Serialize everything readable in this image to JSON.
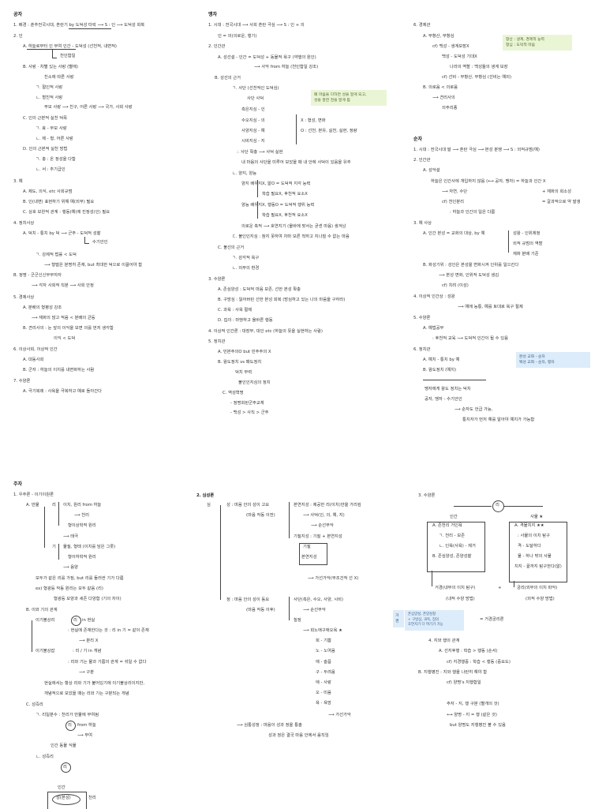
{
  "col1": {
    "title": "공자",
    "lines": [
      "1. 배경 : 춘추전국시대, 혼란기 by 도덕성 타락 ⟶ S : 인 ⟶ 도덕성 회복",
      "2. 인",
      "A. 하늘로부터 인 부여        인간 - 도덕성 (선천적, 내면적)",
      "천인합일",
      "B. 사랑 · 차별 있는 사랑 (별애)",
      "친소에 따른 사랑",
      "ㄱ. 절인적 사랑",
      "ㄴ. 혈친적 사랑",
      "부모 사랑 ⟶ 친구, 어른 사랑 ⟶ 국가, 사회 사랑",
      "C. 인의 근본적 실천 덕목",
      "ㄱ. 효 - 부모 사랑",
      "ㄴ. 제 - 형, 어른 사랑",
      "D. 인의 근본적 실천 방법",
      "ㄱ. 충 : 온 정성을 다함",
      "ㄴ. 서 : 추기급인",
      "3. 예",
      "A. 제도, 의식, etc 사회규범",
      "B. 인(내면) 표현하기 위해 예(외부) 필요",
      "C. 상호 보완적 관계 : 행동(예)에 진정성(인) 필요",
      "4. 정치사상",
      "A. 덕치 - 통치 by 덕 ⟶ 군주 - 도덕적 성찰",
      "수기안인",
      "ㄱ. 강제적 법률 < 도덕",
      "⟶ 형벌은 분명히 존재, but 최대한 덕으로 이끌어야 함",
      "B. 정명 - 군군신신부부자자",
      "⟶ 각자 사회적 직분 ⟶ 사회 안정",
      "5. 경제사상",
      "A. 분배의 형평성 강조",
      "⟶ 재화의 많고 적음 < 분배의 균등",
      "B. 견리사의 : 눈 앞의 이익을 보면 의를 먼저 생각함",
      "이익 < 도덕",
      "6. 이상사회, 이상적 인간",
      "A. 대동사회",
      "B. 군자 : 하늘의 이치를 내면화하는 사람",
      "7. 수양론",
      "A. 극기복례 : 사욕을 극복하고 예로 돌아간다"
    ]
  },
  "col2": {
    "title": "맹자",
    "lines": [
      "1. 시대 : 전국시대 ⟶ 사회 혼란 극심 ⟶ S : 인 + 의",
      "인 = 의(의로운, 행기)",
      "2. 인간관",
      "A. 성선설 - 인간 = 도덕성 + 동물적 욕구 (약행의 원인)",
      "⟶ 사악 from 하늘 (천인합일 강조)",
      "B. 성선의 근거",
      "ㄱ. 사단 (선천적인 도덕심)",
      "사단        사덕",
      "측은지심   -   인",
      "수오지심   -   의",
      "사양지심   -   예",
      "시비지심   -   지",
      "X : 형성, 변화",
      "O : 선천, 본유, 실천, 실현, 정량",
      "∴ 사단 확충 ⟶ 사덕 실현",
      "내 마음의 사단을 미루어 보았을 때 내 안에 사덕이 있음을 유추",
      "ㄴ. 양지, 양능",
      "양지     배우지X, 앎O = 도덕적 지각 능력",
      "학습 필요X, 후천적 요소X",
      "양능     배우지X, 행동O = 도덕적 행위 능력",
      "학습 필요X, 후천적 요소X",
      "의로운 축적 ⟶ 호연지기 (올바에 맞서는 굳센 마음) 생겨남",
      "ㄷ. 불인인지심 : 참지 못하여 차마 모른 척하고 지나칠 수 없는 마음",
      "C. 불선의 근거",
      "ㄱ. 감각적 욕구",
      "ㄴ. 외부의 환경",
      "3. 수양론",
      "A. 존심양성 : 도덕적 마음 보존, 선한 본성 확충",
      "B. 구방심 : 잃어버린 선한 본성 회복 (방심하고 있는 나의 마음을 구하라)",
      "C. 과욕 : 사욕 절제",
      "D. 집의 : 마땅하고 옳바른 행동",
      "4. 이상적 인간론 : 대장부, 대인 etc (하늘의 뜻을 실현하는 사람)",
      "5. 정치관",
      "A. 민본주의O but 민주주의 X",
      "B. 왕도정치        vs        패도정치",
      "덕치                           무력",
      "불인인지심의 정치",
      "C. 역성혁명",
      "- 정명회된군주교체",
      "- 백성 > 사직 > 군주"
    ],
    "note": [
      "폐 마음을 다하면 성을 알게 되고,",
      "성을 알면 천을 알게 됨"
    ]
  },
  "col3": {
    "lines_top": [
      "6. 경제관",
      "A. 무항산, 무항심",
      "cf) 백성 - 생계보장X",
      "백성 - 도덕성 기대X",
      "나라의 역할 : 백성들의 생계 보장",
      "cf) 선비 - 무항산, 무항심 (선비는 예외)",
      "B. 의로움 < 의로움",
      "⟶ 견리사의",
      "의주리종"
    ],
    "note_top": [
      "항산 : 생계, 경제적 능력",
      "항심 : 도덕적 마음"
    ],
    "title2": "순자",
    "lines_mid": [
      "1. 시대 : 전국시대 말 ⟶ 혼란 극심 ⟶ 본성 분쟁 ⟶ S : 외적규범(예)",
      "2. 인간관",
      "A. 성악설",
      "하늘은 인간사에 개입하지 않음 (⟷ 공자, 맹자) = 하늘과 인간 X",
      "⟶ 자연, 수단",
      "+ 재화의 희소성",
      "cf) 천인분리",
      "= 갈과적으로 약 발생",
      ": 하늘과 인간의 일은 다름",
      "3. 예 사상",
      "A. 인간 본성 = 교화의 대상, by 예",
      "성왕 - 인위제정",
      "외적 규범의 역할",
      "재화 분배 기준",
      "B. 화성기위 : 성인은 본성을 변화시켜 인위를 일으킨다",
      "⟶ 본성 변화, 인위적 도덕성 생김",
      "cf) 치려 (이성)",
      "4. 이상적 인간상 : 성왕",
      "⟶ 예에 능통, 예를 토대로 욕구 절제",
      "5. 수양론",
      "A. 예법공부",
      ": 후천적 교육 ⟶ 도덕적 인간이 될 수 있음",
      "6. 정치관",
      "A. 예치 - 통치 by 예",
      "B. 왕도정치 (예치)",
      "맹자에게 왕도 정치는 덕치",
      "공자, 맹자 - 수기안인",
      "⟶ 순자도 언급 가능,",
      "통치자가 먼저 예를 알아야 예치가 가능함"
    ],
    "note_mid": [
      "본성 교화 - 순자",
      "백성 교화 - 순자, 맹자"
    ]
  },
  "col4": {
    "title": "주자",
    "lines": [
      "1. 우주론 - 이기이원론",
      "A. 만물",
      "리",
      "이치, 원리 from 하늘",
      "⟶ 천리",
      "형이상학적 원리",
      "⟶ 태극",
      "기",
      "물질, 형태 (이치를 담은 그릇)",
      "형이하학적 원리",
      "⟶ 음양",
      "모두가 같은 리를 가짐, but 리를 둘러싼 기가 다름",
      "ex) 형광등 작동 원리는 모두 같음 (리)",
      "형광등 모양과 세존 다양함 (기의 차이)",
      "B. 이와 기의 관계",
      "이기불상리",
      "리",
      "in 현실",
      ": 현실에 존재한다는 것 : 리 in 기 = 같이 존재",
      "⟶ 분리 X",
      "이기불상잡",
      ": 리 / 기 in 개념",
      ": 리와 기는 물과 기름의 관계 = 섞일 수 없다",
      "⟶ 구분",
      "현실에서는 항상 리와 기가 붙어있기에 이기불상리이지만,",
      "개념적으로 보았을 때는 리와 기는 구분되는 개념",
      "C. 성즉리",
      "ㄱ. 리일분수 : 천리가 만물에 부여됨",
      "리",
      "from 하늘",
      "⟶ 부여",
      "인간     동물     식물",
      "ㄴ. 성즉리",
      "리",
      "인간",
      "성(본성)",
      "천리"
    ]
  },
  "col5": {
    "title": "2. 심성론",
    "lines": [
      "심",
      "성 : 마음 안의 성이 고요",
      "(마음 작동 이전)",
      "본연지성 : 제공한 리(이치)만을 가리킴",
      "⟶ 사덕(인, 의, 예, 지)",
      "⟶ 순선무악",
      "기질지성 : 기질 + 본연지성",
      "기질",
      "본연지성",
      "⟶ 가선가악(무조건적 선 X)",
      "정 : 마음 안의 성이 동요",
      "(마음 작동 이후)",
      "사단(측은, 수오, 사양, 시비)",
      "⟶ 순선무악",
      "칠정",
      "⟶ 희노애구애오욕 ★",
      "희 - 기쁨",
      "노 - 노여움",
      "애 - 슬픔",
      "구 - 두려움",
      "애 - 사랑",
      "오 - 미움",
      "욕 - 욕망",
      "⟶ 가선가악",
      "⟶ 심통성정 : 마음이 성과 정을 통솔",
      "성과 정은 결국 마음 안에서 움직임"
    ]
  },
  "col6": {
    "title": "3. 수양론",
    "circle": "리",
    "left": [
      "인간",
      "A. 존천리 거인욕",
      "ㄱ. 천리 - 보존",
      "ㄴ. 인욕(사욕) - 제거",
      "B. 존심양성, 존양성찰"
    ],
    "right": [
      "사물 ★",
      "A. 격물치지 ★★",
      ": 사물의 이치 탐구",
      "격 - 도달하다",
      "물 - 하나 밖의 사물",
      "치지 - 끝까지 탐구한다(앎)"
    ],
    "bottom_left": [
      "거경(내부의 이치 탐구)",
      "(내적 수양 방법)"
    ],
    "plus": "+",
    "bottom_right": [
      "궁리(외부의 이치 파악)",
      "(외적 수양 방법)"
    ],
    "result": "= 거경궁리론",
    "note_side": [
      "거",
      "경"
    ],
    "note": [
      "존심양성, 존양성찰",
      "+ 구방심, 과욕, 집의",
      "호연지기 다 여기가 가능"
    ],
    "lines": [
      "4. 지와 행의 관계",
      "A. 선지후행 : 학습 > 행동 (순서)",
      "cf) 지경행중 : 학습 < 행동 (중요도)",
      "B. 지행병진 : 지와 행을 나란히 해야 함",
      "cf) 양명's 지행합일",
      "주자 - 지, 행 구분 (별개의 것)",
      "⟷ 양명 - 지 = 행 (같은 것)",
      "but 양명도 지행병진 볼 수 있음"
    ]
  }
}
